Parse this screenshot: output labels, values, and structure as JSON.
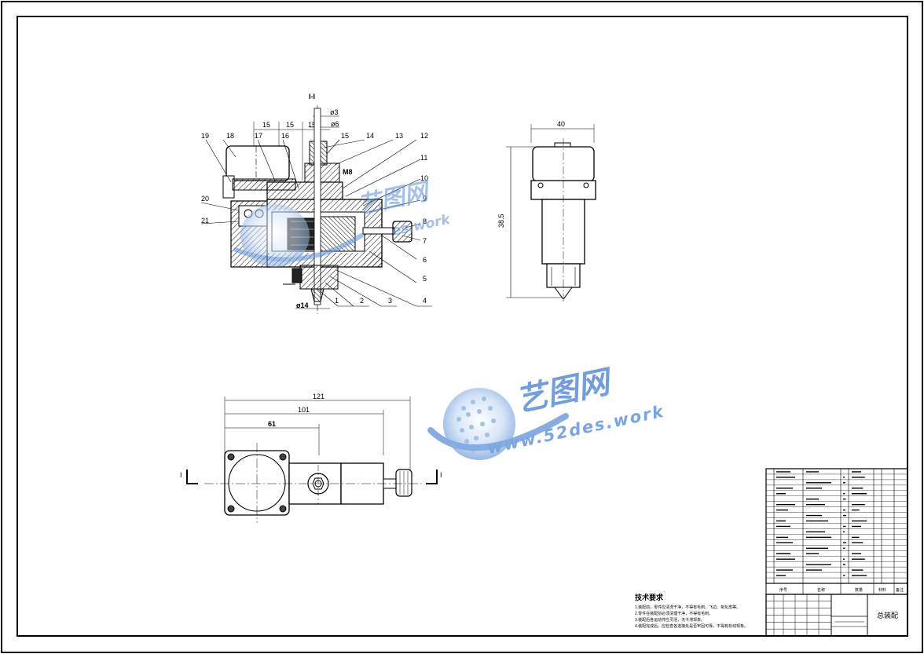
{
  "drawing": {
    "section_mark": "I-I",
    "section_mark_left": "I",
    "section_mark_right": "I",
    "dims_section": {
      "d1": "15",
      "d2": "15",
      "d3": "15",
      "phi3": "ø3",
      "phi6": "ø6",
      "m_thread": "M8",
      "phi_bottom": "ø14"
    },
    "part_numbers": [
      "1",
      "2",
      "3",
      "4",
      "5",
      "6",
      "7",
      "8",
      "9",
      "10",
      "11",
      "12",
      "13",
      "14",
      "15",
      "16",
      "17",
      "18",
      "19",
      "20",
      "21"
    ],
    "dims_side": {
      "width": "40",
      "height": "38.5"
    },
    "dims_top": {
      "total": "121",
      "mid": "101",
      "short": "61"
    }
  },
  "watermark": {
    "brand_cn": "艺图网",
    "url": "www.52des.work",
    "url_short": "es.work"
  },
  "tech_requirements": {
    "title": "技术要求",
    "items": [
      "1.装配前，零件应清洗干净，不得有毛刺、飞边、氧化皮等。",
      "2.零件在装配前必须清理干净，不得有毛刺。",
      "3.装配后各运动件应灵活，无卡滞现象。",
      "4.装配完成后，应检查各连接处是否牢固可靠，不得有松动现象。"
    ]
  },
  "title_block": {
    "drawing_name": "总装配",
    "col_headers": [
      "序号",
      "名称",
      "数量",
      "材料",
      "备注"
    ]
  },
  "colors": {
    "line": "#000000",
    "hatch": "#000000",
    "watermark": "#5a8fd6",
    "watermark_light": "#a9c6ee"
  }
}
